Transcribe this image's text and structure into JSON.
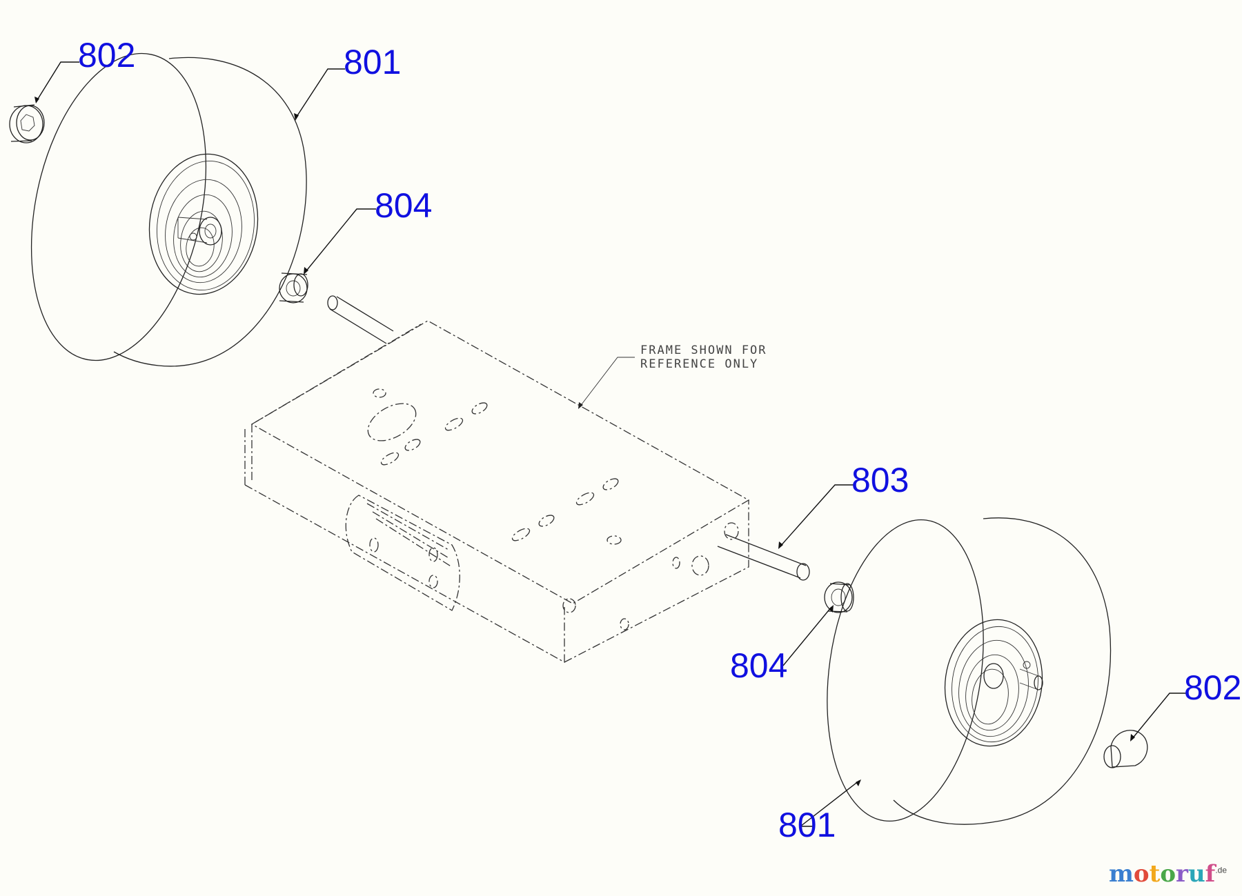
{
  "diagram": {
    "callouts": {
      "c802_top": "802",
      "c801_top": "801",
      "c804_top": "804",
      "c803": "803",
      "c804_bottom": "804",
      "c802_bottom": "802",
      "c801_bottom": "801"
    },
    "note": {
      "line1": "FRAME SHOWN FOR",
      "line2": "REFERENCE ONLY"
    },
    "colors": {
      "label": "#1010e0",
      "line": "#222222",
      "background": "#fdfdf8"
    }
  },
  "watermark": {
    "text": "motoruf",
    "suffix": ".de",
    "letter_colors": [
      "#3a7fd0",
      "#e14b3b",
      "#f2a81c",
      "#4aa84a",
      "#8a5cc7",
      "#2aa6b8",
      "#d04e8a"
    ]
  }
}
